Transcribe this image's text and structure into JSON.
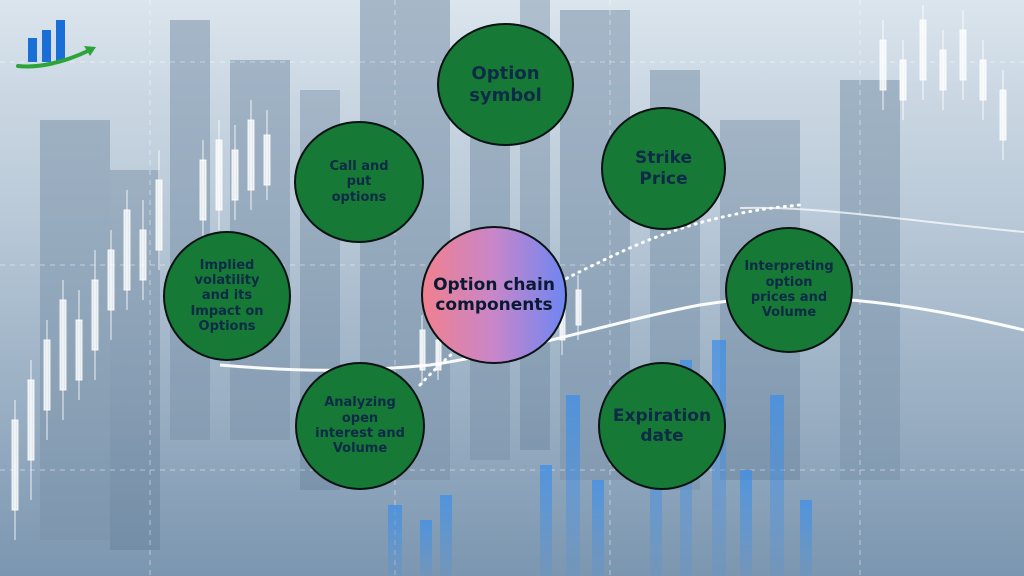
{
  "logo": {
    "name": "trend-chart-logo",
    "colors": {
      "bars": "#1a6fd6",
      "arrow": "#2da43a"
    }
  },
  "center": {
    "text": "Option chain components",
    "gradient": [
      "#f0808f",
      "#6e86f2"
    ]
  },
  "nodes": [
    {
      "id": "option-symbol",
      "text": "Option symbol"
    },
    {
      "id": "strike-price",
      "text": "Strike Price"
    },
    {
      "id": "interpreting-option-prices",
      "text": "Interpreting option prices and Volume"
    },
    {
      "id": "expiration-date",
      "text": "Expiration date"
    },
    {
      "id": "analyzing-open-interest",
      "text": "Analyzing open interest and Volume"
    },
    {
      "id": "implied-volatility",
      "text": "Implied volatility and its Impact on Options"
    },
    {
      "id": "call-put-options",
      "text": "Call and put options"
    }
  ],
  "colors": {
    "node_fill": "#167a36",
    "node_text": "#0d2a47",
    "outline": "#0b1214"
  }
}
